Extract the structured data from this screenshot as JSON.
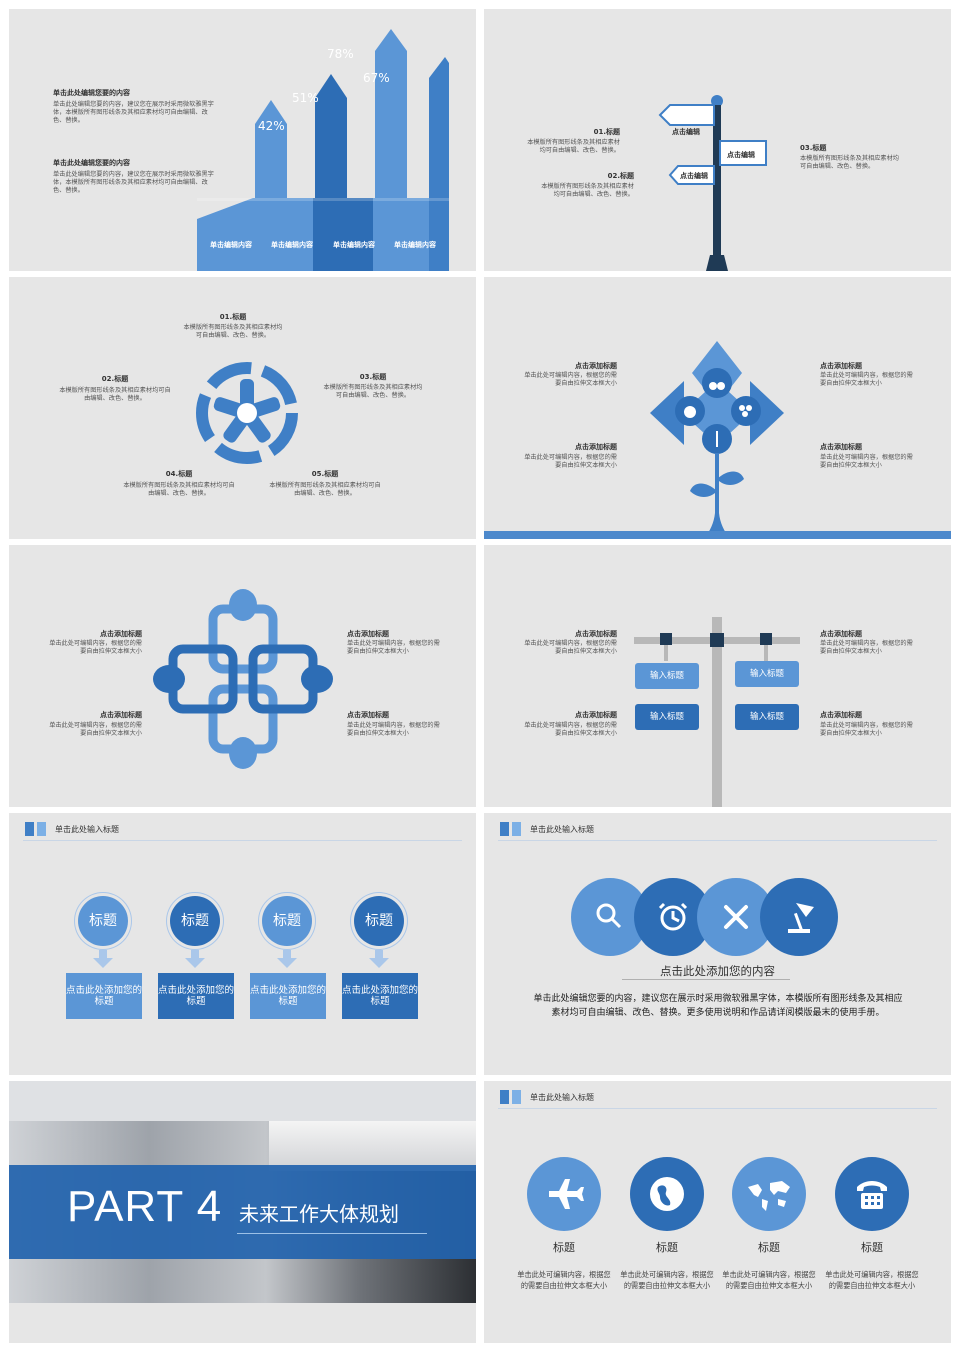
{
  "colors": {
    "bg": "#e6e6e6",
    "blue_dark": "#2d6db5",
    "blue_mid": "#3f7fc6",
    "blue_light": "#5b96d6"
  },
  "slide1": {
    "blocks": [
      {
        "title": "单击此处编辑您要的内容",
        "desc": "单击此处编辑您要的内容，建议您在展示时采用微软雅黑字体，本模版所有图形线条及其相应素材均可自由编辑、改色、替换。"
      },
      {
        "title": "单击此处编辑您要的内容",
        "desc": "单击此处编辑您要的内容，建议您在展示时采用微软雅黑字体，本模版所有图形线条及其相应素材均可自由编辑、改色、替换。"
      }
    ],
    "percents": [
      "42%",
      "51%",
      "78%",
      "67%"
    ],
    "bar_levels": [
      0.42,
      0.51,
      0.78,
      0.67
    ],
    "base_labels": [
      "单击编辑内容",
      "单击编辑内容",
      "单击编辑内容",
      "单击编辑内容"
    ]
  },
  "slide2": {
    "items": [
      {
        "title": "01.标题",
        "desc": "本模版所有图形线条及其相应素材均可自由编辑、改色、替换。"
      },
      {
        "title": "02.标题",
        "desc": "本模版所有图形线条及其相应素材均可自由编辑、改色、替换。"
      },
      {
        "title": "03.标题",
        "desc": "本模版所有图形线条及其相应素材均可自由编辑、改色、替换。"
      }
    ],
    "signs": [
      "点击编辑",
      "点击编辑",
      "点击编辑"
    ]
  },
  "slide3": {
    "items": [
      {
        "title": "01.标题",
        "desc": "本模版所有图形线条及其相应素材均可自由编辑、改色、替换。"
      },
      {
        "title": "02.标题",
        "desc": "本模版所有图形线条及其相应素材均可自由编辑、改色、替换。"
      },
      {
        "title": "03.标题",
        "desc": "本模版所有图形线条及其相应素材均可自由编辑、改色、替换。"
      },
      {
        "title": "04.标题",
        "desc": "本模版所有图形线条及其相应素材均可自由编辑、改色、替换。"
      },
      {
        "title": "05.标题",
        "desc": "本模版所有图形线条及其相应素材均可自由编辑、改色、替换。"
      }
    ]
  },
  "slide4": {
    "items": [
      {
        "title": "点击添加标题",
        "desc": "单击此处可编辑内容，根据您的需要自由拉伸文本框大小"
      },
      {
        "title": "点击添加标题",
        "desc": "单击此处可编辑内容，根据您的需要自由拉伸文本框大小"
      },
      {
        "title": "点击添加标题",
        "desc": "单击此处可编辑内容，根据您的需要自由拉伸文本框大小"
      },
      {
        "title": "点击添加标题",
        "desc": "单击此处可编辑内容，根据您的需要自由拉伸文本框大小"
      }
    ]
  },
  "slide5": {
    "items": [
      {
        "title": "点击添加标题",
        "desc": "单击此处可编辑内容，根据您的需要自由拉伸文本框大小"
      },
      {
        "title": "点击添加标题",
        "desc": "单击此处可编辑内容，根据您的需要自由拉伸文本框大小"
      },
      {
        "title": "点击添加标题",
        "desc": "单击此处可编辑内容，根据您的需要自由拉伸文本框大小"
      },
      {
        "title": "点击添加标题",
        "desc": "单击此处可编辑内容，根据您的需要自由拉伸文本框大小"
      }
    ]
  },
  "slide6": {
    "items": [
      {
        "title": "点击添加标题",
        "desc": "单击此处可编辑内容，根据您的需要自由拉伸文本框大小"
      },
      {
        "title": "点击添加标题",
        "desc": "单击此处可编辑内容，根据您的需要自由拉伸文本框大小"
      },
      {
        "title": "点击添加标题",
        "desc": "单击此处可编辑内容，根据您的需要自由拉伸文本框大小"
      },
      {
        "title": "点击添加标题",
        "desc": "单击此处可编辑内容，根据您的需要自由拉伸文本框大小"
      }
    ],
    "signs": [
      "输入标题",
      "输入标题",
      "输入标题",
      "输入标题"
    ]
  },
  "slide7": {
    "header": "单击此处输入标题",
    "bubbles": [
      "标题",
      "标题",
      "标题",
      "标题"
    ],
    "boxes": [
      "点击此处添加您的标题",
      "点击此处添加您的标题",
      "点击此处添加您的标题",
      "点击此处添加您的标题"
    ]
  },
  "slide8": {
    "header": "单击此处输入标题",
    "icons": [
      "search-icon",
      "alarm-clock-icon",
      "tools-icon",
      "desk-lamp-icon"
    ],
    "subtitle": "点击此处添加您的内容",
    "body": "单击此处编辑您要的内容，建议您在展示时采用微软雅黑字体，本模版所有图形线条及其相应素材均可自由编辑、改色、替换。更多使用说明和作品请详阅模版最末的使用手册。"
  },
  "slide9": {
    "part": "PART 4",
    "title": "未来工作大体规划"
  },
  "slide10": {
    "header": "单击此处输入标题",
    "items": [
      {
        "icon": "airplane-icon",
        "title": "标题",
        "desc": "单击此处可编辑内容，根据您的需要自由拉伸文本框大小"
      },
      {
        "icon": "globe-icon",
        "title": "标题",
        "desc": "单击此处可编辑内容，根据您的需要自由拉伸文本框大小"
      },
      {
        "icon": "world-map-icon",
        "title": "标题",
        "desc": "单击此处可编辑内容，根据您的需要自由拉伸文本框大小"
      },
      {
        "icon": "telephone-icon",
        "title": "标题",
        "desc": "单击此处可编辑内容，根据您的需要自由拉伸文本框大小"
      }
    ]
  }
}
